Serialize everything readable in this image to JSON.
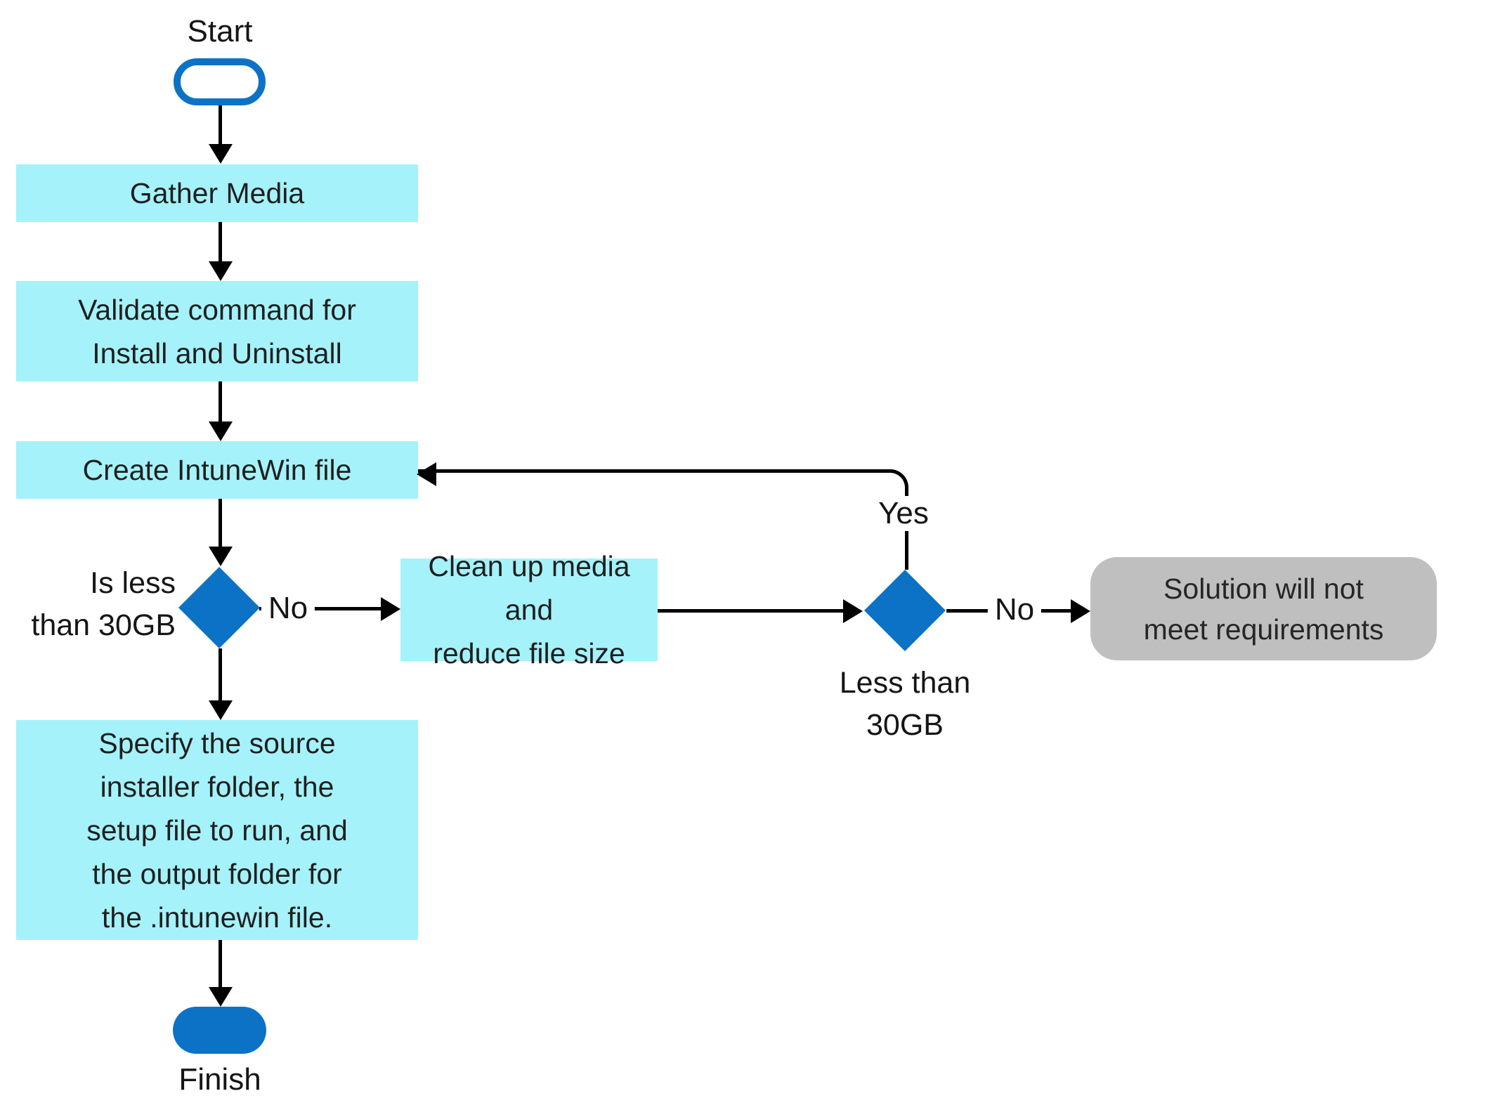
{
  "diagram": {
    "start_label": "Start",
    "finish_label": "Finish",
    "process_gather": "Gather Media",
    "process_validate": "Validate command for\nInstall and Uninstall",
    "process_create": "Create IntuneWin file",
    "process_cleanup": "Clean up media and\nreduce file size",
    "process_specify": "Specify the source\ninstaller folder, the\nsetup file to run, and\nthe output folder for\nthe .intunewin file.",
    "terminator_fail": "Solution will not\nmeet requirements",
    "decision1_label": "Is less\nthan 30GB",
    "decision2_label": "Less than\n30GB",
    "edge_no1": "No",
    "edge_yes": "Yes",
    "edge_no2": "No"
  },
  "colors": {
    "process_fill": "#A5F2FA",
    "decision_fill": "#0C72C6",
    "terminator_fill": "#BFBFBF",
    "connector": "#000000"
  }
}
